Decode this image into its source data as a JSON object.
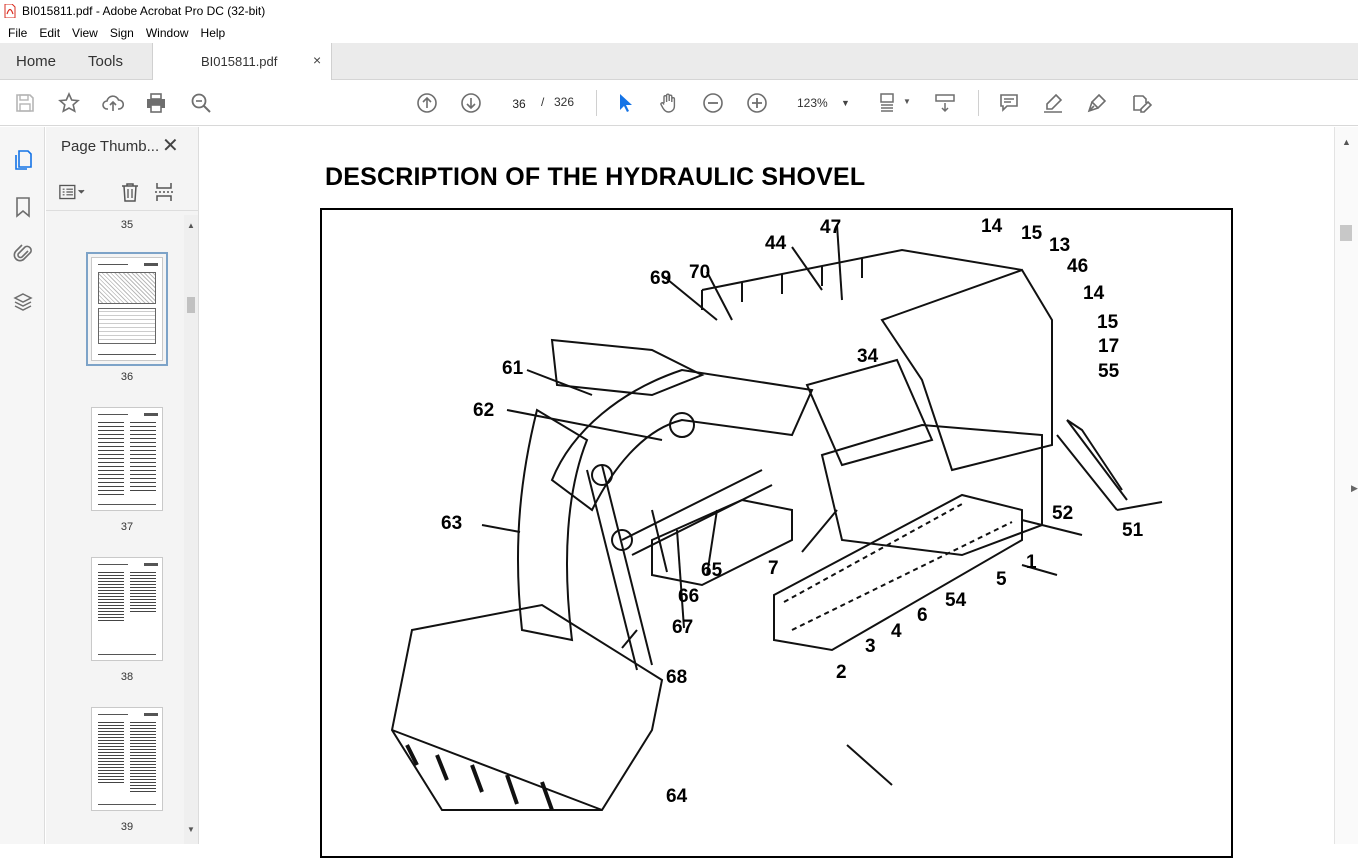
{
  "window": {
    "title": "BI015811.pdf - Adobe Acrobat Pro DC (32-bit)"
  },
  "menu": [
    "File",
    "Edit",
    "View",
    "Sign",
    "Window",
    "Help"
  ],
  "tabs": {
    "home": "Home",
    "tools": "Tools",
    "document": "BI015811.pdf",
    "close": "×"
  },
  "toolbar": {
    "current_page": "36",
    "separator": "/",
    "total_pages": "326",
    "zoom": "123%"
  },
  "thumbnails": {
    "title": "Page Thumb...",
    "close": "✕",
    "pages": [
      {
        "number": "35",
        "selected": false
      },
      {
        "number": "36",
        "selected": true
      },
      {
        "number": "37",
        "selected": false
      },
      {
        "number": "38",
        "selected": false
      },
      {
        "number": "39",
        "selected": false
      }
    ]
  },
  "document": {
    "heading": "DESCRIPTION OF THE HYDRAULIC SHOVEL",
    "callouts": [
      "47",
      "44",
      "14",
      "15",
      "13",
      "46",
      "14",
      "15",
      "17",
      "55",
      "69",
      "70",
      "34",
      "61",
      "62",
      "52",
      "51",
      "63",
      "1",
      "5",
      "65",
      "7",
      "54",
      "66",
      "6",
      "4",
      "67",
      "3",
      "2",
      "68",
      "64"
    ]
  },
  "colors": {
    "accent_red": "#d92d20",
    "select_blue": "#1473e6",
    "icon_gray": "#6e6e6e"
  }
}
